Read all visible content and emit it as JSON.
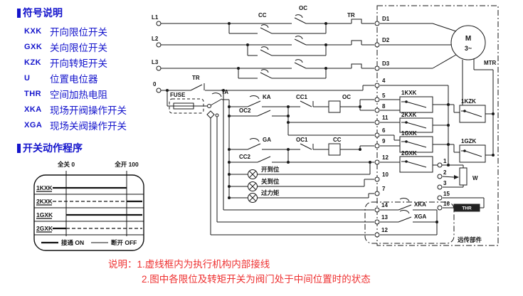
{
  "legend": {
    "title": "符号说明",
    "items": [
      {
        "abbr": "KXK",
        "desc": "开向限位开关"
      },
      {
        "abbr": "GXK",
        "desc": "关向限位开关"
      },
      {
        "abbr": "KZK",
        "desc": "开向转矩开关"
      },
      {
        "abbr": "U",
        "desc": "位置电位器"
      },
      {
        "abbr": "THR",
        "desc": "空间加热电阻"
      },
      {
        "abbr": "XKA",
        "desc": "现场开阀操作开关"
      },
      {
        "abbr": "XGA",
        "desc": "现场关阀操作开关"
      }
    ]
  },
  "program": {
    "title": "开关动作程序",
    "axis": {
      "closed_label": "全关 0",
      "open_label": "全开 100",
      "closed_frac": 0.151,
      "open_frac": 0.825
    },
    "rows": [
      {
        "label": "1KXK",
        "segments": [
          {
            "from": 0,
            "to": 0.825,
            "state": "on"
          }
        ]
      },
      {
        "label": "2KXK",
        "segments": [
          {
            "from": 0,
            "to": 0.825,
            "state": "off"
          },
          {
            "from": 0.825,
            "to": 1,
            "state": "on"
          }
        ]
      },
      {
        "label": "1GXK",
        "segments": [
          {
            "from": 0.151,
            "to": 1,
            "state": "on"
          }
        ]
      },
      {
        "label": "2GXK",
        "segments": [
          {
            "from": 0,
            "to": 0.151,
            "state": "on"
          },
          {
            "from": 0.151,
            "to": 1,
            "state": "off"
          }
        ]
      }
    ],
    "key": {
      "on_label": "接通 ON",
      "off_label": "断开 OFF"
    }
  },
  "circuit": {
    "labels": {
      "l1": "L1",
      "l2": "L2",
      "l3": "L3",
      "n0": "0",
      "cc": "CC",
      "oc": "OC",
      "tr": "TR",
      "fuse": "FUSE",
      "ta": "TA",
      "ka": "KA",
      "ga": "GA",
      "cc1": "CC1",
      "oc1": "OC1",
      "cc2": "CC2",
      "oc2": "OC2",
      "m": "M",
      "m3": "3~",
      "mtr": "MTR",
      "w": "W",
      "thr": "THR",
      "kxk1": "1KXK",
      "kxk2": "2KXK",
      "gxk1": "1GXK",
      "gxk2": "2GXK",
      "kzk1": "1KZK",
      "gzk1": "1GZK",
      "xka": "XKA",
      "xga": "XGA"
    },
    "lamps": [
      "开到位",
      "关到位",
      "过力矩"
    ],
    "terminals": {
      "left": [
        "D1",
        "D2",
        "D3",
        "4",
        "5",
        "8",
        "11",
        "6",
        "9",
        "12",
        "10",
        "7"
      ],
      "local": [
        "14",
        "13",
        "12"
      ],
      "right": [
        "1",
        "2",
        "3",
        "15",
        "16"
      ]
    },
    "unit_label": "远传部件"
  },
  "notes": {
    "line1": "说明：1.虚线框内为执行机构内部接线",
    "line2": "2.图中各限位及转矩开关为阀门处于中间位置时的状态"
  },
  "colors": {
    "legend_blue": "#1414cc",
    "note_red": "#ee3030",
    "ink": "#1a1a1a"
  }
}
